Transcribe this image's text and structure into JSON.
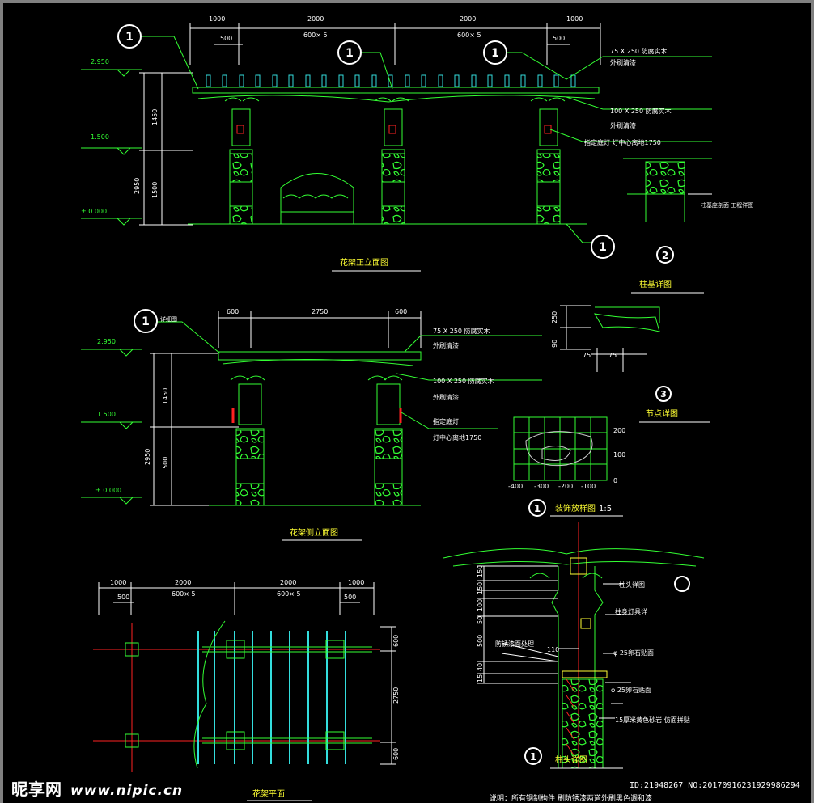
{
  "colors": {
    "background": "#000000",
    "green": "#33ff33",
    "cyan": "#33dddd",
    "white": "#ffffff",
    "red": "#ff2222",
    "yellow": "#ffff33"
  },
  "elevation": {
    "dims_top": [
      "1000",
      "2000",
      "2000",
      "1000"
    ],
    "dims_sub": [
      "500",
      "600× 5",
      "600× 5",
      "500"
    ],
    "levels": [
      "2.950",
      "1.500",
      "± 0.000"
    ],
    "vert_dims": [
      "1450",
      "2950",
      "1500"
    ],
    "notes": [
      {
        "line1": "75 X 250 防腐实木",
        "line2": "外刷清漆"
      },
      {
        "line1": "100 X 250 防腐实木",
        "line2": "外刷清漆"
      },
      {
        "line1": "指定庭灯 灯中心离地1750",
        "line2": ""
      }
    ],
    "title": "花架正立面图",
    "callout_mark": "1",
    "detail_mark": "2",
    "detail_title": "柱基详图",
    "detail_note": "柱基座剖面 工程详图"
  },
  "side": {
    "dims_top": [
      "600",
      "2750",
      "600"
    ],
    "levels": [
      "2.950",
      "1.500",
      "± 0.000"
    ],
    "vert_dims": [
      "1450",
      "2950",
      "1500"
    ],
    "notes": [
      {
        "line1": "75 X 250 防腐实木",
        "line2": "外刷清漆"
      },
      {
        "line1": "100 X 250 防腐实木",
        "line2": "外刷清漆"
      },
      {
        "line1": "指定庭灯",
        "line2": "灯中心离地1750"
      }
    ],
    "title": "花架侧立面图",
    "callout_mark": "1",
    "callout_tag": "详细图"
  },
  "node": {
    "mark": "3",
    "title": "节点详图",
    "dims": [
      "250",
      "90",
      "75",
      "75"
    ]
  },
  "grid": {
    "x_ticks": [
      "-400",
      "-300",
      "-200",
      "-100"
    ],
    "y_ticks": [
      "200",
      "100",
      "0"
    ],
    "mark": "1",
    "title": "装饰放样图",
    "scale": "1:5"
  },
  "plan": {
    "dims_top": [
      "1000",
      "2000",
      "2000",
      "1000"
    ],
    "dims_sub": [
      "500",
      "600× 5",
      "600× 5",
      "500"
    ],
    "vert_dims": [
      "600",
      "2750",
      "600"
    ],
    "title": "花架平面"
  },
  "column": {
    "labels": [
      "柱头详图",
      "柱身灯具详",
      "防锈漆面处理",
      "φ 25卵石贴面",
      "φ 25卵石贴面",
      "15厚米黄色砂岩 仿面拼贴"
    ],
    "mark": "1",
    "title": "柱头详图",
    "side_dims": [
      "150",
      "150",
      "100",
      "50",
      "500",
      "40",
      "15"
    ],
    "note_dim": "110",
    "note": "说明：所有钢制构件 刷防锈漆两道外刷黑色调和漆"
  },
  "watermark": {
    "brand": "昵享网",
    "url": "www.nipic.cn",
    "id": "ID:21948267 NO:20170916231929986294"
  }
}
